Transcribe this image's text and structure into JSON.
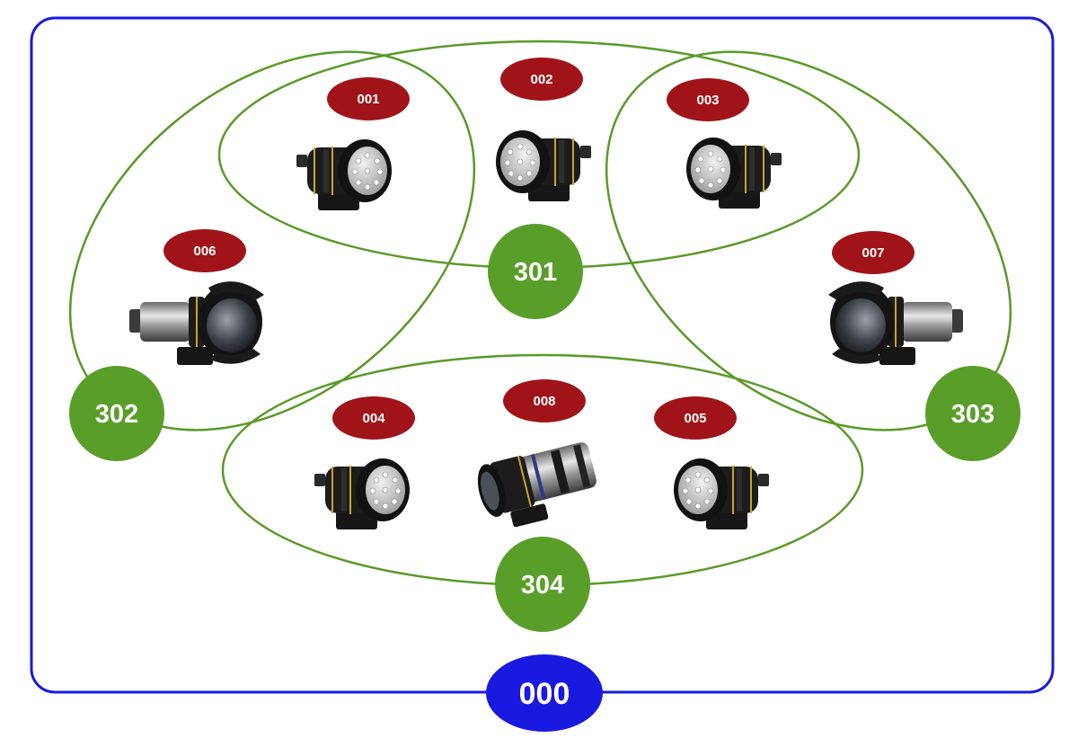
{
  "colors": {
    "root": "#1919e0",
    "group": "#5a9e2a",
    "group_line": "#5a9a28",
    "device": "#a01419",
    "text": "#ffffff"
  },
  "root": {
    "id": "000"
  },
  "groups": [
    {
      "id": "301",
      "members": [
        "001",
        "002",
        "003"
      ]
    },
    {
      "id": "302",
      "members": [
        "001",
        "006"
      ]
    },
    {
      "id": "303",
      "members": [
        "003",
        "007"
      ]
    },
    {
      "id": "304",
      "members": [
        "004",
        "008",
        "005"
      ]
    }
  ],
  "devices": [
    {
      "id": "001",
      "kind": "light"
    },
    {
      "id": "002",
      "kind": "light"
    },
    {
      "id": "003",
      "kind": "light"
    },
    {
      "id": "004",
      "kind": "light"
    },
    {
      "id": "005",
      "kind": "light"
    },
    {
      "id": "006",
      "kind": "camera"
    },
    {
      "id": "007",
      "kind": "camera"
    },
    {
      "id": "008",
      "kind": "camera"
    }
  ]
}
